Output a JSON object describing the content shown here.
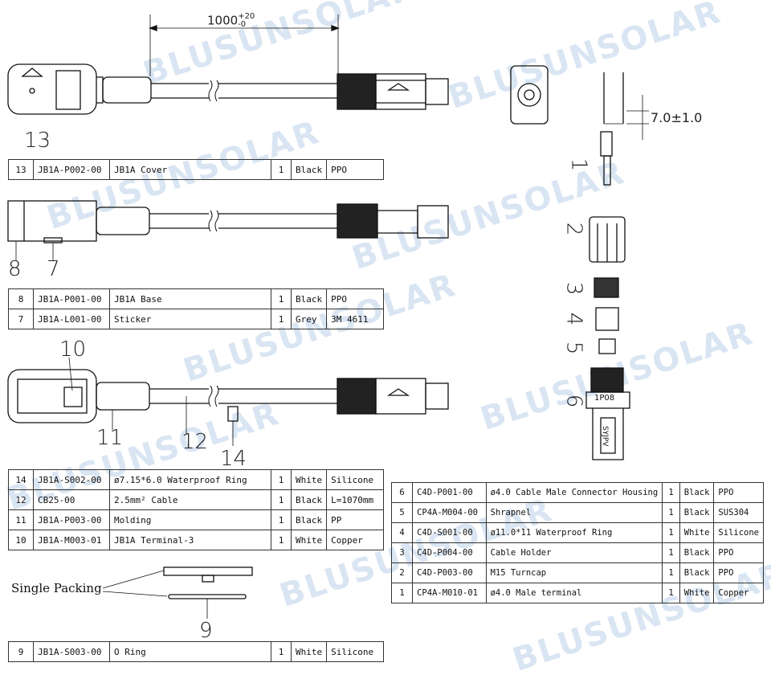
{
  "dimensions": {
    "length": "1000",
    "length_tol_upper": "+20",
    "length_tol_lower": "-0",
    "strip": "7.0±1.0"
  },
  "callouts": {
    "c1": "1",
    "c2": "2",
    "c3": "3",
    "c4": "4",
    "c5": "5",
    "c6": "6",
    "c7": "7",
    "c8": "8",
    "c9": "9",
    "c10": "10",
    "c11": "11",
    "c12": "12",
    "c13": "13",
    "c14": "14"
  },
  "product_labels": {
    "housing_text": "1P08",
    "housing_side": "SYJPV"
  },
  "single_packing_label": "Single Packing",
  "watermark": "BLUSUNSOLAR",
  "tables": {
    "t13": [
      {
        "no": "13",
        "code": "JB1A-P002-00",
        "desc": "JB1A Cover",
        "qty": "1",
        "color": "Black",
        "material": "PPO"
      }
    ],
    "t87": [
      {
        "no": "8",
        "code": "JB1A-P001-00",
        "desc": "JB1A Base",
        "qty": "1",
        "color": "Black",
        "material": "PPO"
      },
      {
        "no": "7",
        "code": "JB1A-L001-00",
        "desc": "Sticker",
        "qty": "1",
        "color": "Grey",
        "material": "3M 4611"
      }
    ],
    "tmain": [
      {
        "no": "14",
        "code": "JB1A-S002-00",
        "desc": "ø7.15*6.0 Waterproof Ring",
        "qty": "1",
        "color": "White",
        "material": "Silicone"
      },
      {
        "no": "12",
        "code": "CB25-00",
        "desc": "2.5mm² Cable",
        "qty": "1",
        "color": "Black",
        "material": "L=1070mm"
      },
      {
        "no": "11",
        "code": "JB1A-P003-00",
        "desc": "Molding",
        "qty": "1",
        "color": "Black",
        "material": "PP"
      },
      {
        "no": "10",
        "code": "JB1A-M003-01",
        "desc": "JB1A Terminal-3",
        "qty": "1",
        "color": "White",
        "material": "Copper"
      }
    ],
    "tright": [
      {
        "no": "6",
        "code": "C4D-P001-00",
        "desc": "ø4.0 Cable Male Connector Housing",
        "qty": "1",
        "color": "Black",
        "material": "PPO"
      },
      {
        "no": "5",
        "code": "CP4A-M004-00",
        "desc": "Shrapnel",
        "qty": "1",
        "color": "Black",
        "material": "SUS304"
      },
      {
        "no": "4",
        "code": "C4D-S001-00",
        "desc": "ø11.0*11 Waterproof Ring",
        "qty": "1",
        "color": "White",
        "material": "Silicone"
      },
      {
        "no": "3",
        "code": "C4D-P004-00",
        "desc": "Cable Holder",
        "qty": "1",
        "color": "Black",
        "material": "PPO"
      },
      {
        "no": "2",
        "code": "C4D-P003-00",
        "desc": "M15 Turncap",
        "qty": "1",
        "color": "Black",
        "material": "PPO"
      },
      {
        "no": "1",
        "code": "CP4A-M010-01",
        "desc": "ø4.0 Male terminal",
        "qty": "1",
        "color": "White",
        "material": "Copper"
      }
    ],
    "t9": [
      {
        "no": "9",
        "code": "JB1A-S003-00",
        "desc": "O Ring",
        "qty": "1",
        "color": "White",
        "material": "Silicone"
      }
    ]
  }
}
